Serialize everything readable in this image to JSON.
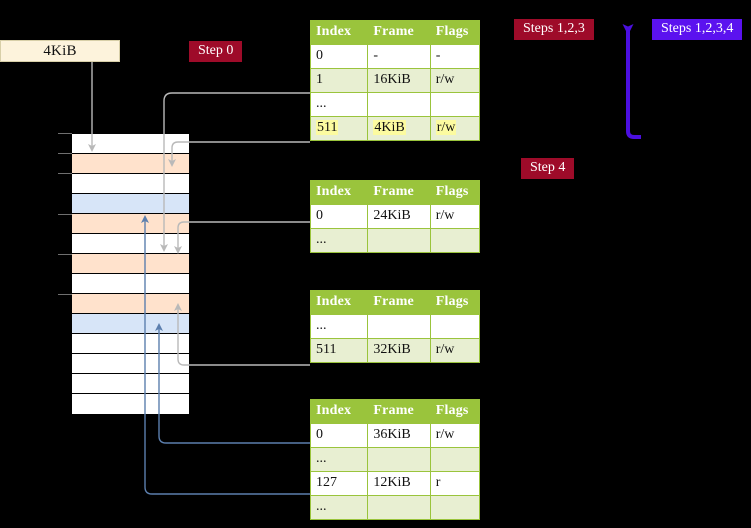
{
  "labels": {
    "size_box": "4KiB",
    "step0": "Step 0",
    "steps123": "Steps 1,2,3",
    "steps1234": "Steps 1,2,3,4",
    "step4": "Step 4"
  },
  "colors": {
    "badge_red": "#9e0b29",
    "badge_blue": "#5b12ef",
    "table_header": "#9ac43c",
    "table_alt_row": "#e8efd2",
    "highlight": "#fcfba0",
    "mem_orange": "#ffe2cc",
    "mem_blue": "#d7e5f8",
    "size_box": "#fdf3dc",
    "connector_gray": "#b9b9b9",
    "connector_blue": "#5c7fae"
  },
  "tables": [
    {
      "name": "pml4-table",
      "headers": [
        "Index",
        "Frame",
        "Flags"
      ],
      "rows": [
        {
          "cells": [
            "0",
            "-",
            "-"
          ],
          "style": "plain",
          "highlight": false
        },
        {
          "cells": [
            "1",
            "16KiB",
            "r/w"
          ],
          "style": "alt",
          "highlight": false
        },
        {
          "cells": [
            "...",
            "",
            ""
          ],
          "style": "plain",
          "highlight": false
        },
        {
          "cells": [
            "511",
            "4KiB",
            "r/w"
          ],
          "style": "alt",
          "highlight": true
        }
      ]
    },
    {
      "name": "pdp-table",
      "headers": [
        "Index",
        "Frame",
        "Flags"
      ],
      "rows": [
        {
          "cells": [
            "0",
            "24KiB",
            "r/w"
          ],
          "style": "plain",
          "highlight": false
        },
        {
          "cells": [
            "...",
            "",
            ""
          ],
          "style": "alt",
          "highlight": false
        }
      ]
    },
    {
      "name": "pd-table",
      "headers": [
        "Index",
        "Frame",
        "Flags"
      ],
      "rows": [
        {
          "cells": [
            "...",
            "",
            ""
          ],
          "style": "plain",
          "highlight": false
        },
        {
          "cells": [
            "511",
            "32KiB",
            "r/w"
          ],
          "style": "alt",
          "highlight": false
        }
      ]
    },
    {
      "name": "pt-table",
      "headers": [
        "Index",
        "Frame",
        "Flags"
      ],
      "rows": [
        {
          "cells": [
            "0",
            "36KiB",
            "r/w"
          ],
          "style": "plain",
          "highlight": false
        },
        {
          "cells": [
            "...",
            "",
            ""
          ],
          "style": "alt",
          "highlight": false
        },
        {
          "cells": [
            "127",
            "12KiB",
            "r"
          ],
          "style": "plain",
          "highlight": false
        },
        {
          "cells": [
            "...",
            "",
            ""
          ],
          "style": "alt",
          "highlight": false
        }
      ]
    }
  ],
  "memory_column": {
    "name": "physical-memory-frames",
    "frames": [
      {
        "fill": "m-white"
      },
      {
        "fill": "m-orange"
      },
      {
        "fill": "m-white"
      },
      {
        "fill": "m-blue"
      },
      {
        "fill": "m-orange"
      },
      {
        "fill": "m-white"
      },
      {
        "fill": "m-orange"
      },
      {
        "fill": "m-white"
      },
      {
        "fill": "m-orange"
      },
      {
        "fill": "m-blue"
      },
      {
        "fill": "m-white"
      },
      {
        "fill": "m-white"
      },
      {
        "fill": "m-white"
      },
      {
        "fill": "m-white"
      }
    ]
  }
}
